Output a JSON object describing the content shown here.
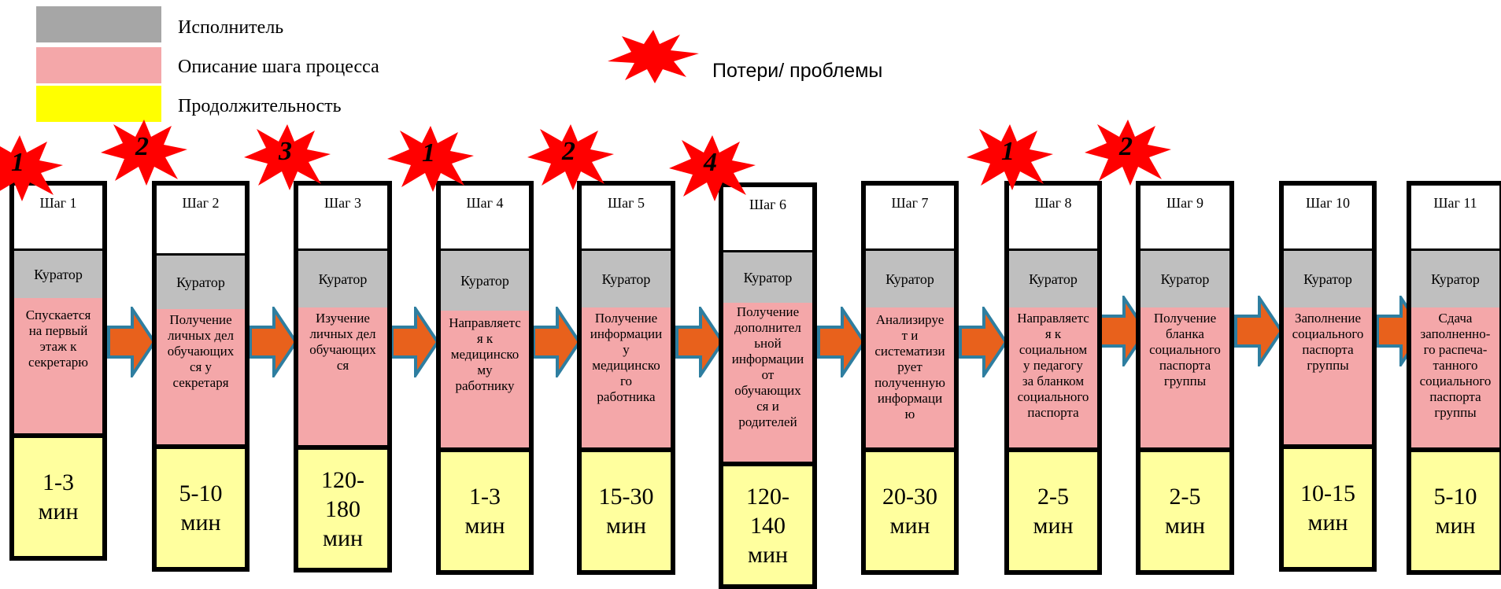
{
  "legend": {
    "executor": "Исполнитель",
    "step_description": "Описание шага процесса",
    "duration": "Продолжительность",
    "losses": "Потери/ проблемы",
    "colors": {
      "executor": "#a6a6a6",
      "step_description": "#f4a7a9",
      "duration": "#ffff00",
      "losses": "#ff0000"
    }
  },
  "colors": {
    "actor_cell": "#bfbfbf",
    "desc_cell": "#f4a7a9",
    "duration_cell": "#ffff9e",
    "arrow_fill": "#e8611c",
    "arrow_stroke": "#2e7ea0"
  },
  "steps": [
    {
      "title": "Шаг 1",
      "actor": "Куратор",
      "desc": [
        "Спускается",
        "на первый",
        "этаж к",
        "секретарю"
      ],
      "duration": [
        "1-3",
        "мин"
      ],
      "losses": "1"
    },
    {
      "title": "Шаг 2",
      "actor": "Куратор",
      "desc": [
        "Получение",
        "личных дел",
        "обучающих",
        "ся у",
        "секретаря"
      ],
      "duration": [
        "5-10",
        "мин"
      ],
      "losses": "2"
    },
    {
      "title": "Шаг 3",
      "actor": "Куратор",
      "desc": [
        "Изучение",
        "личных дел",
        "обучающих",
        "ся"
      ],
      "duration": [
        "120-",
        "180",
        "мин"
      ],
      "losses": "3"
    },
    {
      "title": "Шаг 4",
      "actor": "Куратор",
      "desc": [
        "Направляетс",
        "я к",
        "медицинско",
        "му",
        "работнику"
      ],
      "duration": [
        "1-3",
        "мин"
      ],
      "losses": "1"
    },
    {
      "title": "Шаг 5",
      "actor": "Куратор",
      "desc": [
        "Получение",
        "информации",
        "у",
        "медицинско",
        "го",
        "работника"
      ],
      "duration": [
        "15-30",
        "мин"
      ],
      "losses": "2"
    },
    {
      "title": "Шаг 6",
      "actor": "Куратор",
      "desc": [
        "Получение",
        "дополнител",
        "ьной",
        "информации",
        "от",
        "обучающих",
        "ся и",
        "родителей"
      ],
      "duration": [
        "120-",
        "140",
        "мин"
      ],
      "losses": "4"
    },
    {
      "title": "Шаг 7",
      "actor": "Куратор",
      "desc": [
        "Анализируе",
        "т и",
        "систематизи",
        "рует",
        "полученную",
        "информаци",
        "ю"
      ],
      "duration": [
        "20-30",
        "мин"
      ],
      "losses": ""
    },
    {
      "title": "Шаг 8",
      "actor": "Куратор",
      "desc": [
        "Направляетс",
        "я к",
        "социальном",
        "у педагогу",
        "за бланком",
        "социального",
        "паспорта"
      ],
      "duration": [
        "2-5",
        "мин"
      ],
      "losses": "1"
    },
    {
      "title": "Шаг 9",
      "actor": "Куратор",
      "desc": [
        "Получение",
        "бланка",
        "социального",
        "паспорта",
        "группы"
      ],
      "duration": [
        "2-5",
        "мин"
      ],
      "losses": "2"
    },
    {
      "title": "Шаг 10",
      "actor": "Куратор",
      "desc": [
        "Заполнение",
        "социального",
        "паспорта",
        "группы"
      ],
      "duration": [
        "10-15",
        "мин"
      ],
      "losses": ""
    },
    {
      "title": "Шаг 11",
      "actor": "Куратор",
      "desc": [
        "Сдача",
        "заполненно-",
        "го распеча-",
        "танного",
        "социального",
        "паспорта",
        "группы"
      ],
      "duration": [
        "5-10",
        "мин"
      ],
      "losses": ""
    }
  ]
}
